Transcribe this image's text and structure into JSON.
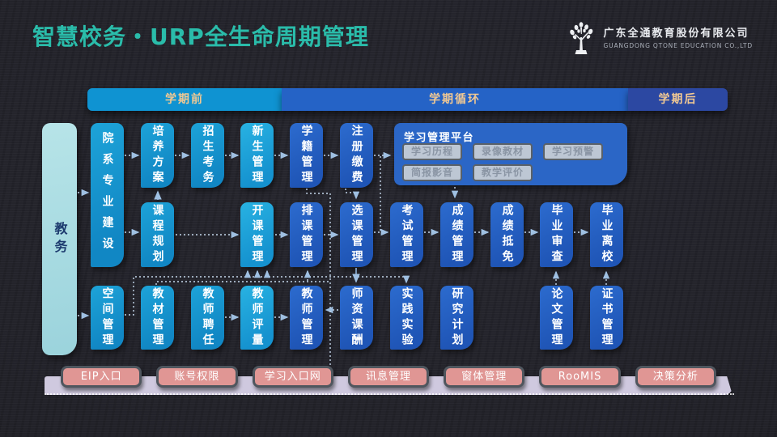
{
  "title": "智慧校务・URP全生命周期管理",
  "logo": {
    "company_cn": "广东全通教育股份有限公司",
    "company_en": "GUANGDONG QTONE EDUCATION CO.,LTD"
  },
  "phases": [
    {
      "label": "学期前"
    },
    {
      "label": "学期循环"
    },
    {
      "label": "学期后"
    }
  ],
  "sidebar": {
    "label": "教务"
  },
  "modules": [
    {
      "label": "院系专业建设"
    },
    {
      "label": "培养方案"
    },
    {
      "label": "课程规划"
    },
    {
      "label": "招生考务"
    },
    {
      "label": "新生管理"
    },
    {
      "label": "学籍管理"
    },
    {
      "label": "注册缴费"
    },
    {
      "label": "开课管理"
    },
    {
      "label": "排课管理"
    },
    {
      "label": "选课管理"
    },
    {
      "label": "考试管理"
    },
    {
      "label": "成绩管理"
    },
    {
      "label": "成绩抵免"
    },
    {
      "label": "毕业审查"
    },
    {
      "label": "毕业离校"
    },
    {
      "label": "空间管理"
    },
    {
      "label": "教材管理"
    },
    {
      "label": "教师聘任"
    },
    {
      "label": "教师评量"
    },
    {
      "label": "教师管理"
    },
    {
      "label": "师资课酬"
    },
    {
      "label": "实践实验"
    },
    {
      "label": "研究计划"
    },
    {
      "label": "论文管理"
    },
    {
      "label": "证书管理"
    }
  ],
  "lms": {
    "title": "学习管理平台",
    "items": [
      "学习历程",
      "录像教材",
      "学习预警",
      "简报影音",
      "教学评价"
    ]
  },
  "footer": {
    "items": [
      "EIP入口",
      "账号权限",
      "学习入口网",
      "讯息管理",
      "窗体管理",
      "RooMIS",
      "决策分析"
    ]
  },
  "colors": {
    "accent_teal": "#2abcaa",
    "phase_pre": "#0f93d2",
    "phase_cycle": "#2563c6",
    "phase_post": "#2c48a2",
    "phase_text": "#f2c993",
    "box_cyan": "#1795cd",
    "box_cyan_light": "#1ea8da",
    "box_blue": "#2561c4",
    "lms_panel": "#2b66c6",
    "sidebar_fill": "#a9dbe2",
    "footer_platform": "#cfc9df",
    "footer_button": "#e09694"
  }
}
